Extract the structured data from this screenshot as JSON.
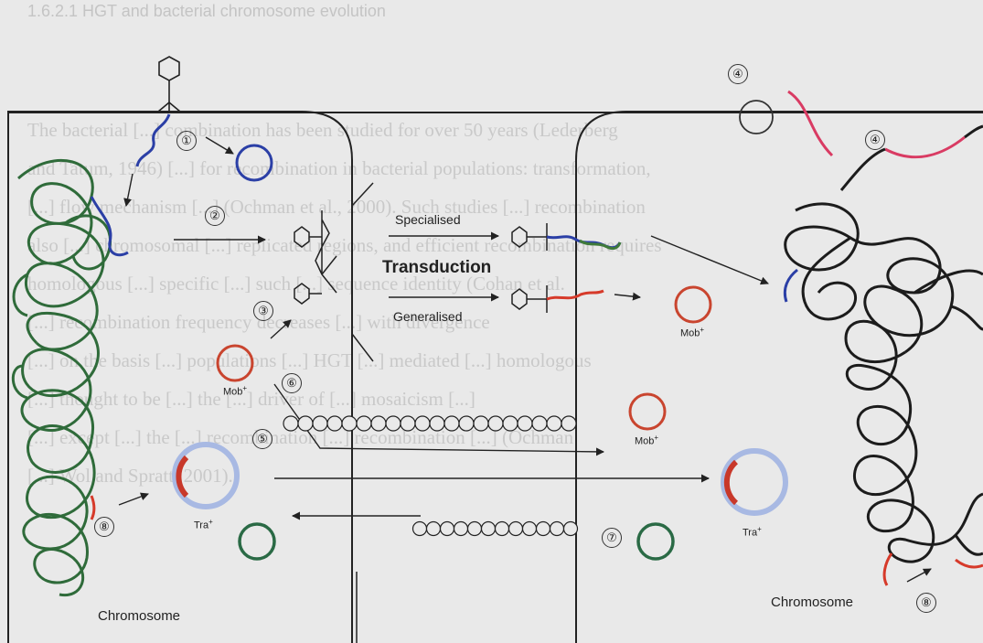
{
  "background_text": {
    "heading": "1.6.2.1 HGT and bacterial chromosome evolution",
    "lines": [
      "The bacterial [...] combination has been studied for over 50 years (Lederberg",
      "and Tatum, 1946) [...] for recombination in bacterial populations: transformation,",
      "[...] flow mechanism [...] (Ochman et al., 2000). Such studies [...] recombination",
      "also [...] chromosomal [...] replicated regions, and efficient recombination requires",
      "homologous [...] specific [...] such [...] sequence identity (Cohan et al.",
      "[...] recombination frequency decreases [...] with divergence",
      "[...] on the basis [...] populations [...] HGT [...] mediated [...] homologous",
      "[...] thought to be [...] the [...] driver of [...] mosaicism [...]",
      "[...] except [...] the [...] recombination [...] recombination [...] (Ochman",
      "[...] Wol and Spratt, 2001)."
    ]
  },
  "labels": {
    "specialised": "Specialised",
    "transduction": "Transduction",
    "generalised": "Generalised",
    "mob": "Mob",
    "tra": "Tra",
    "plus": "+",
    "chromosome": "Chromosome"
  },
  "steps": [
    "①",
    "②",
    "③",
    "④",
    "⑤",
    "⑥",
    "⑦",
    "⑧"
  ],
  "colors": {
    "left_chromosome": "#2f6b3a",
    "right_chromosome": "#1c1c1c",
    "blue_dna": "#2b3fa6",
    "red_dna": "#d63a2a",
    "pink_dna": "#d93b63",
    "green_dna": "#3f7a3a",
    "mob_plasmid": "#c9452f",
    "tra_plasmid": "#a8b9e3",
    "tra_segment": "#c8382a",
    "green_plasmid": "#2a6a45",
    "outline": "#222222"
  }
}
